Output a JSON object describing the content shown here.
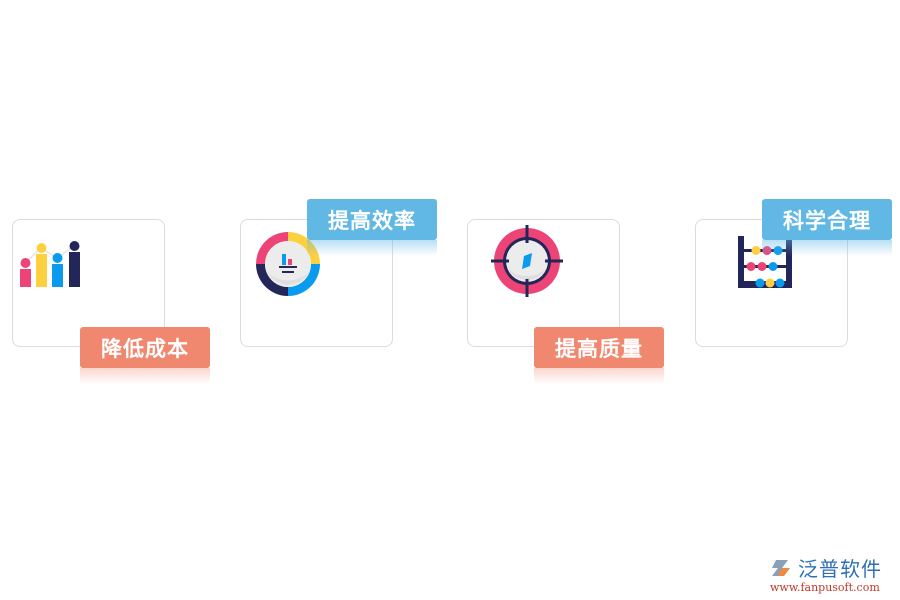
{
  "features": [
    {
      "label": "降低成本",
      "icon": "bar-chart-icon",
      "badge_color": "#f0876f",
      "badge_position": "bottom-right"
    },
    {
      "label": "提高效率",
      "icon": "donut-chart-icon",
      "badge_color": "#62b8e5",
      "badge_position": "top-right"
    },
    {
      "label": "提高质量",
      "icon": "target-crosshair-icon",
      "badge_color": "#f0876f",
      "badge_position": "bottom-right"
    },
    {
      "label": "科学合理",
      "icon": "abacus-icon",
      "badge_color": "#62b8e5",
      "badge_position": "top-right"
    }
  ],
  "icon_colors": {
    "pink": "#ec4476",
    "yellow": "#fdd040",
    "blue": "#0b9bee",
    "navy": "#232659"
  },
  "watermark": {
    "name": "泛普软件",
    "url": "www.fanpusoft.com"
  }
}
